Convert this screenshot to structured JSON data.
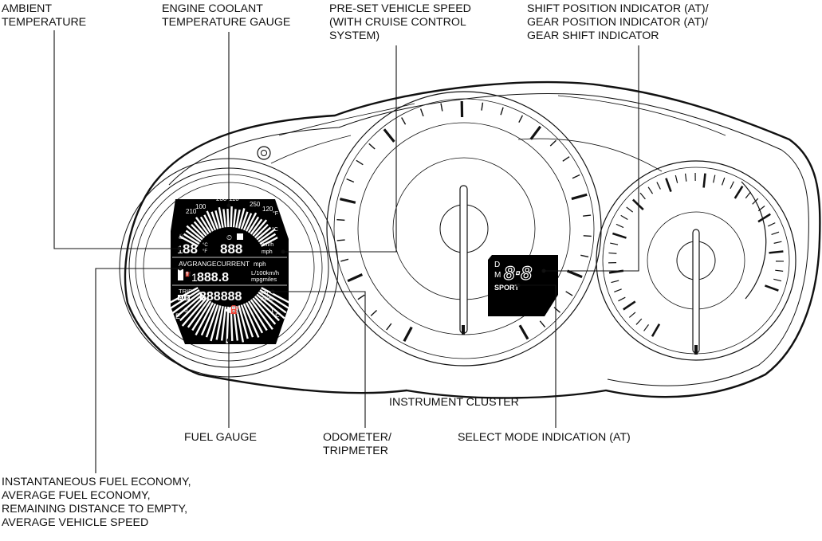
{
  "callouts": {
    "ambient_temperature": [
      "AMBIENT",
      "TEMPERATURE"
    ],
    "engine_coolant": [
      "ENGINE COOLANT",
      "TEMPERATURE GAUGE"
    ],
    "preset_speed": [
      "PRE-SET VEHICLE SPEED",
      "(WITH CRUISE CONTROL",
      "SYSTEM)"
    ],
    "shift_position": [
      "SHIFT POSITION INDICATOR (AT)/",
      "GEAR POSITION INDICATOR (AT)/",
      "GEAR SHIFT INDICATOR"
    ],
    "instrument_cluster": [
      "INSTRUMENT CLUSTER"
    ],
    "fuel_gauge": [
      "FUEL GAUGE"
    ],
    "odometer": [
      "ODOMETER/",
      "TRIPMETER"
    ],
    "select_mode": [
      "SELECT MODE INDICATION (AT)"
    ],
    "fuel_economy": [
      "INSTANTANEOUS FUEL ECONOMY,",
      "AVERAGE FUEL ECONOMY,",
      "REMAINING DISTANCE TO EMPTY,",
      "AVERAGE VEHICLE SPEED"
    ]
  },
  "lcd": {
    "temp_ticks": [
      "210",
      "100",
      "230",
      "110",
      "250",
      "120"
    ],
    "unit_f": "°F",
    "unit_c": "°C",
    "ambient_digits": "88",
    "ambient_lead": "1",
    "ambient_units": [
      "°C",
      "°F"
    ],
    "speed_digits": "888",
    "speed_units": [
      "km/h",
      "mph"
    ],
    "trip_modes": "AVGRANGECURRENT",
    "mode_unit": "mph",
    "economy_digits": "888.8",
    "economy_lead": "1",
    "economy_units": [
      "L/100km/h",
      "mpgmiles"
    ],
    "trip_label": "TRIP",
    "trip_a": "A",
    "trip_b": "B",
    "odometer_digits": "888888",
    "odometer_units": [
      "km",
      "miles"
    ],
    "fuel_e": "E",
    "fuel_f": "F",
    "fuel_zero": "0",
    "fuel_one": "1"
  },
  "gear_display": {
    "d_label": "D",
    "m_label": "M",
    "digits": "8·8",
    "sport": "SPORT"
  },
  "colors": {
    "line": "#111111",
    "lcd": "#000000",
    "panel": "#ffffff"
  }
}
